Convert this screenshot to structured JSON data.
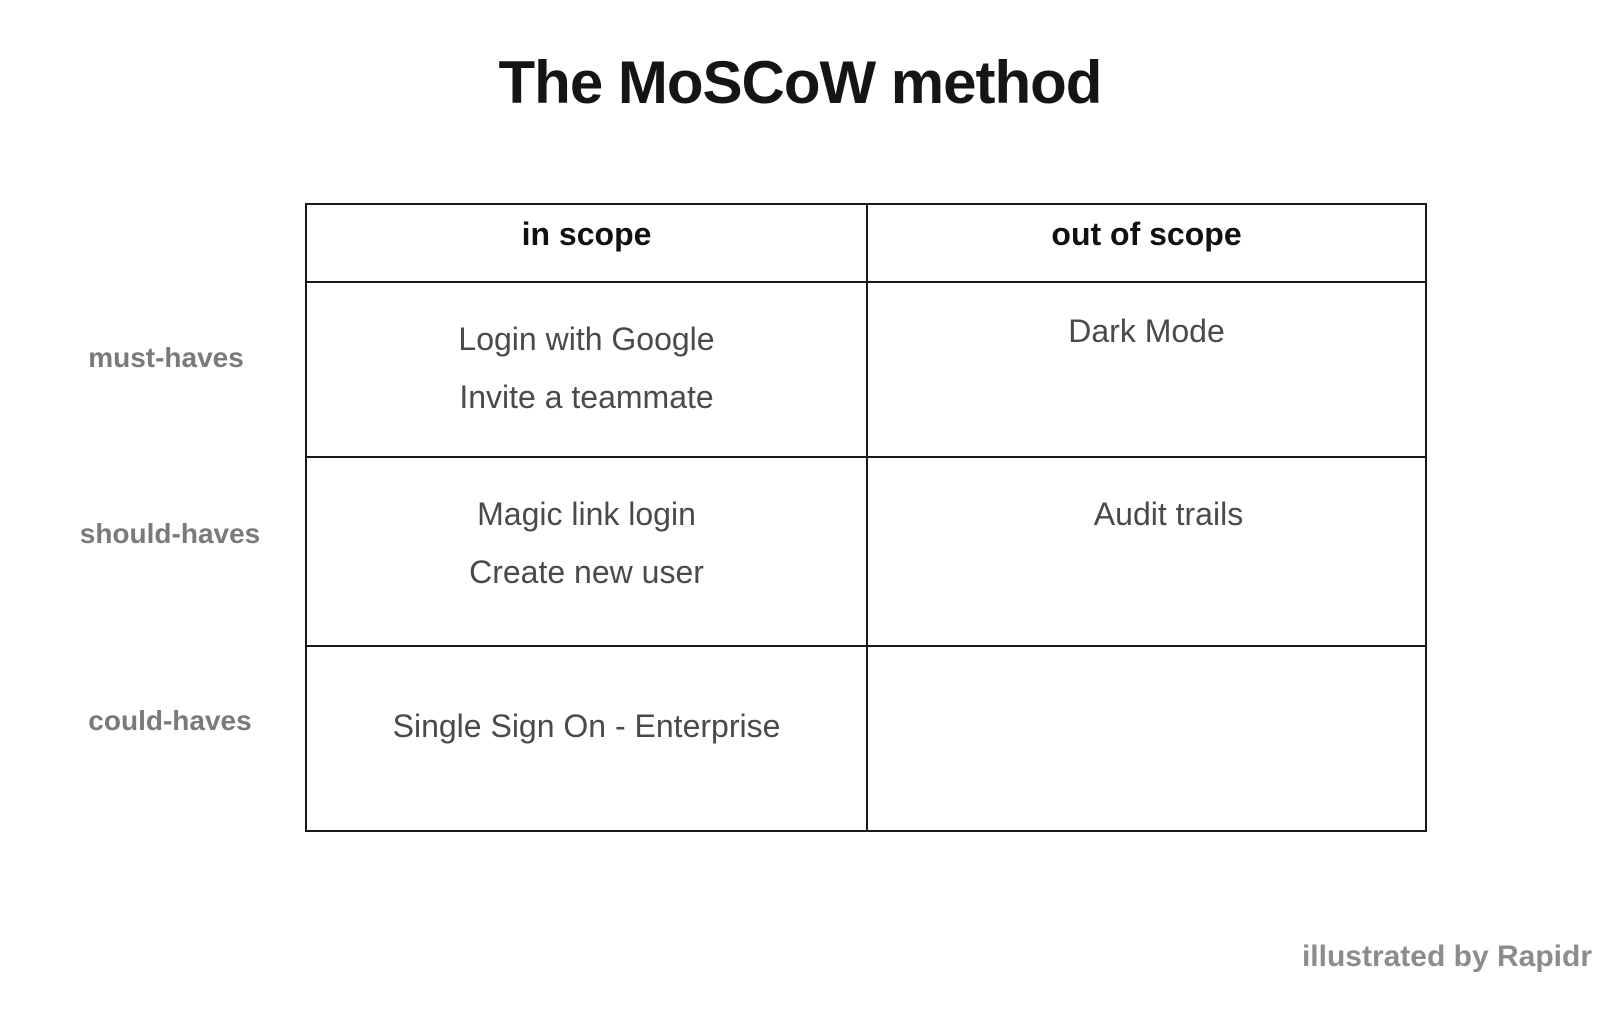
{
  "title": "The MoSCoW method",
  "columns": [
    "in scope",
    "out of scope"
  ],
  "rows": [
    {
      "label": "must-haves",
      "in_scope": [
        "Login with Google",
        "Invite a teammate"
      ],
      "out_of_scope": [
        "Dark Mode"
      ]
    },
    {
      "label": "should-haves",
      "in_scope": [
        "Magic link login",
        "Create new user"
      ],
      "out_of_scope": [
        "Audit trails"
      ]
    },
    {
      "label": "could-haves",
      "in_scope": [
        "Single Sign On - Enterprise"
      ],
      "out_of_scope": []
    }
  ],
  "footer": "illustrated by Rapidr"
}
